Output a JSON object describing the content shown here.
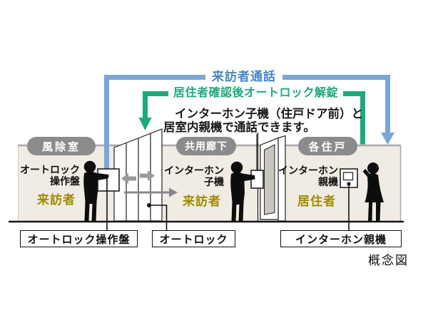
{
  "flows": {
    "visitor_call": {
      "label": "来訪者通話",
      "color": "#4785c5",
      "line_color": "#7aa6d8"
    },
    "unlock": {
      "label": "居住者確認後オートロック解錠",
      "color": "#1ea97a",
      "line_color": "#1ea97a"
    }
  },
  "note": {
    "line1": "インターホン子機（住戸ドア前）と",
    "line2": "居室内親機で通話できます。"
  },
  "zones": {
    "windbreak": {
      "label": "風除室"
    },
    "corridor": {
      "label": "共用廊下"
    },
    "unit": {
      "label": "各住戸"
    }
  },
  "equipment": {
    "autolock_panel": {
      "line1": "オートロック",
      "line2": "操作盤"
    },
    "intercom_child": {
      "line1": "インターホン",
      "line2": "子機"
    },
    "intercom_parent": {
      "line1": "インターホン",
      "line2": "親機"
    }
  },
  "people": {
    "visitor1": "来訪者",
    "visitor2": "来訪者",
    "resident": "居住者"
  },
  "callouts": {
    "autolock_panel": "オートロック操作盤",
    "autolock": "オートロック",
    "intercom_parent": "インターホン親機"
  },
  "caption": "概念図",
  "colors": {
    "wall": "#f0ebe3",
    "pill_bg": "#8b8b8b",
    "person_label": "#9d8b00",
    "gray_arrow": "#909090"
  }
}
